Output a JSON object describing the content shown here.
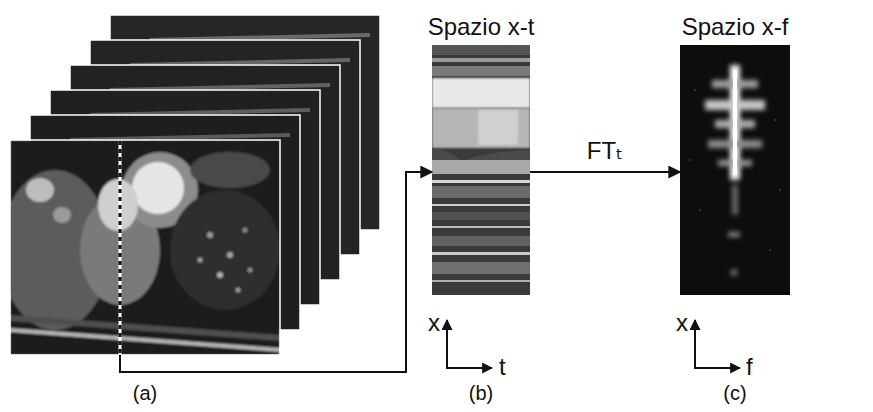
{
  "diagram": {
    "nodes": [
      {
        "text": [
          "(a)"
        ]
      },
      {
        "text": [
          "Spazio x-t",
          "(b)"
        ]
      },
      {
        "text": [
          "Spazio x-f",
          "(c)"
        ]
      }
    ],
    "edges": [
      {
        "from": 0,
        "to": 1,
        "arrow": "to"
      },
      {
        "from": 1,
        "to": 2,
        "label": "FTₜ",
        "arrow": "to"
      }
    ],
    "labels": [
      "x",
      "t",
      "x",
      "f"
    ]
  }
}
